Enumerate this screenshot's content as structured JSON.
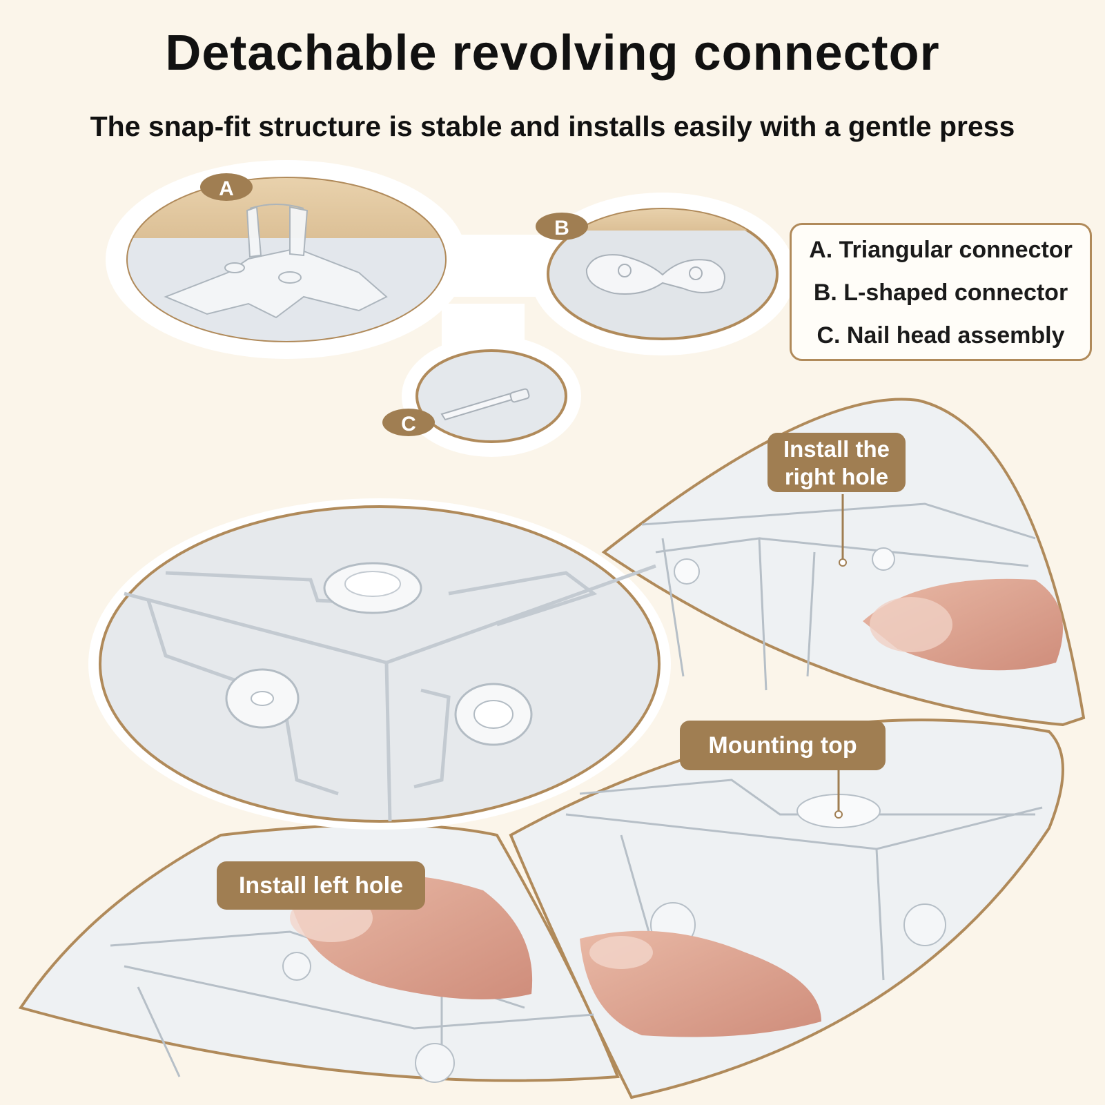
{
  "header": {
    "title": "Detachable revolving connector",
    "subtitle": "The snap-fit structure is stable and installs easily with a gentle press"
  },
  "parts": {
    "badge_a": "A",
    "badge_b": "B",
    "badge_c": "C"
  },
  "legend": {
    "items": [
      "A. Triangular connector",
      "B. L-shaped connector",
      "C. Nail head assembly"
    ]
  },
  "callouts": {
    "right_hole": "Install the right hole",
    "mounting_top": "Mounting top",
    "left_hole": "Install left hole"
  },
  "colors": {
    "background": "#fbf5ea",
    "accent_brown": "#a07e52",
    "frame_brown": "#b08a5a",
    "text": "#111111"
  }
}
